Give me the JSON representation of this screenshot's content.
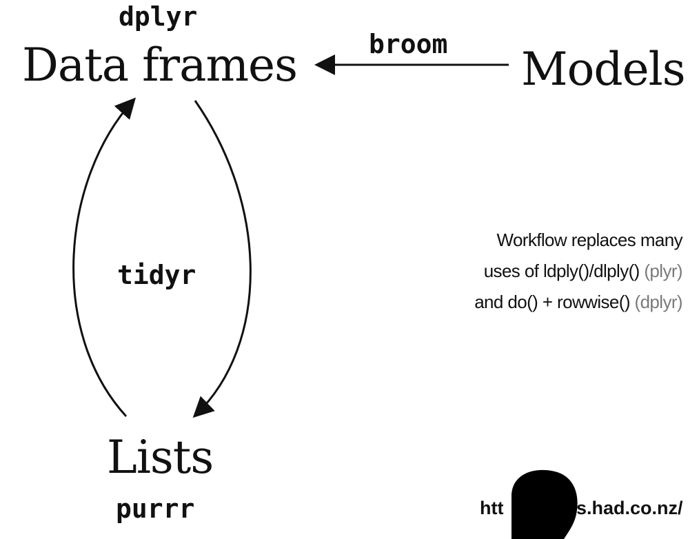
{
  "nodes": {
    "data_frames": "Data frames",
    "models": "Models",
    "lists": "Lists"
  },
  "packages": {
    "dplyr": "dplyr",
    "broom": "broom",
    "tidyr": "tidyr",
    "purrr": "purrr"
  },
  "note": {
    "line1": "Workflow replaces many",
    "line2_main": "uses of ldply()/dlply()",
    "line2_muted": "(plyr)",
    "line3_main": "and do() + rowwise()",
    "line3_muted": "(dplyr)"
  },
  "url": {
    "start": "htt",
    "end": "s.had.co.nz/"
  }
}
